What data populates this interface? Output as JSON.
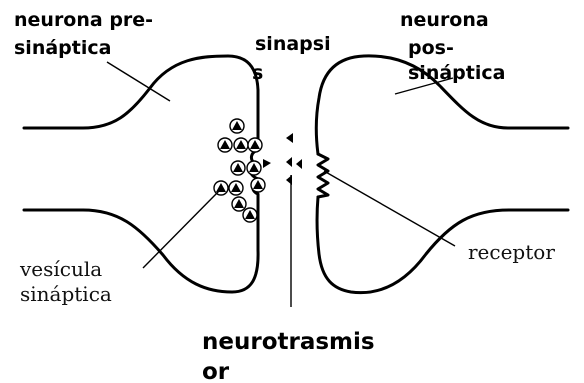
{
  "labels": {
    "presynaptic_line1": "neurona pre-",
    "presynaptic_line2": "sináptica",
    "synapse_line1": "sinapsi",
    "synapse_line2": "s",
    "postsynaptic_line1": "neurona",
    "postsynaptic_line2": "pos-",
    "postsynaptic_line3": "sináptica",
    "vesicle_line1": "vesícula",
    "vesicle_line2": "sináptica",
    "receptor": "receptor",
    "neurotransmitter_line1": "neurotrasmis",
    "neurotransmitter_line2": "or"
  }
}
